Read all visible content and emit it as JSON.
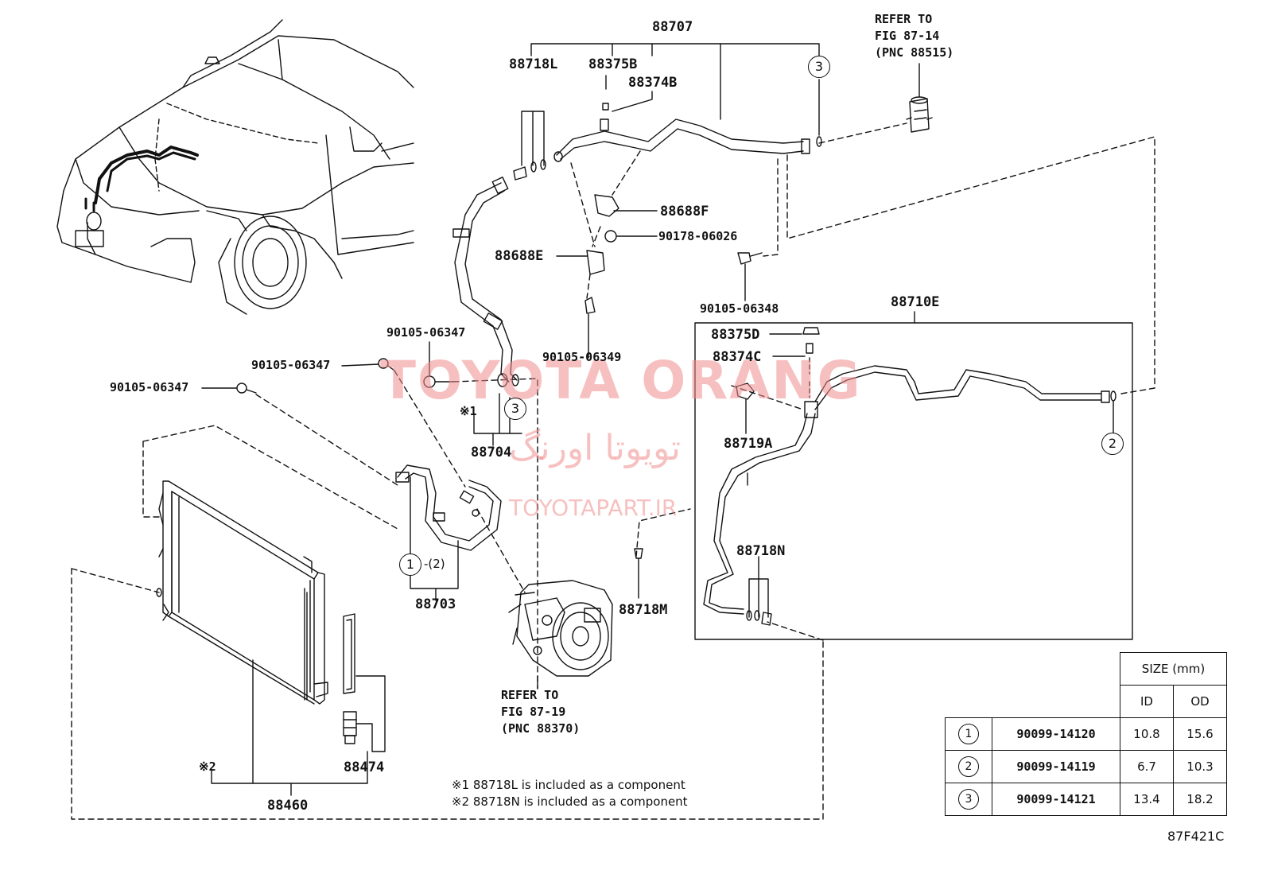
{
  "labels": {
    "p88707": "88707",
    "p88718L": "88718L",
    "p88375B": "88375B",
    "p88374B": "88374B",
    "p88688F": "88688F",
    "p90178": "90178-06026",
    "p88688E": "88688E",
    "p90105_06348": "90105-06348",
    "p90105_06349": "90105-06349",
    "p90105_06347_a": "90105-06347",
    "p90105_06347_b": "90105-06347",
    "p90105_06347_c": "90105-06347",
    "p88704": "88704",
    "p88703": "88703",
    "p88703_suffix": "-(2)",
    "p88710E": "88710E",
    "p88375D": "88375D",
    "p88374C": "88374C",
    "p88719A": "88719A",
    "p88718N": "88718N",
    "p88718M": "88718M",
    "p88460": "88460",
    "p88474": "88474",
    "mark1": "※1",
    "mark2": "※2"
  },
  "refers": {
    "fig87_14": "REFER TO\nFIG 87-14\n(PNC 88515)",
    "fig87_19": "REFER TO\nFIG 87-19\n(PNC 88370)"
  },
  "circles": {
    "c3_top": "3",
    "c3_mid": "3",
    "c2": "2",
    "c1": "1"
  },
  "notes": {
    "note1": "※1 88718L is included as a component",
    "note2": "※2 88718N is included as a component"
  },
  "watermark": {
    "brand": "TOYOTA ORANG",
    "persian": "تویوتا اورنگ",
    "site": "TOYOTAPART.IR"
  },
  "size_table": {
    "header": "SIZE (mm)",
    "col_id": "ID",
    "col_od": "OD",
    "rows": [
      {
        "mark": "1",
        "part": "90099-14120",
        "id": "10.8",
        "od": "15.6"
      },
      {
        "mark": "2",
        "part": "90099-14119",
        "id": "6.7",
        "od": "10.3"
      },
      {
        "mark": "3",
        "part": "90099-14121",
        "id": "13.4",
        "od": "18.2"
      }
    ]
  },
  "figure_id": "87F421C"
}
